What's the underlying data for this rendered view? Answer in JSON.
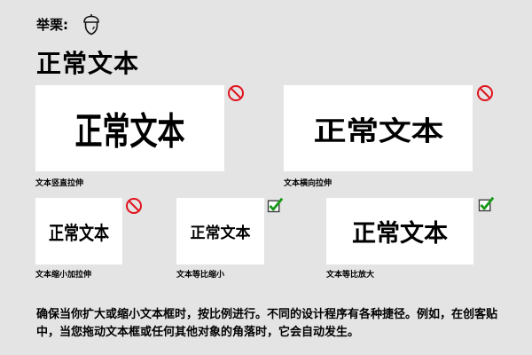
{
  "header": {
    "example_label": "举栗:",
    "example_icon": "acorn-icon",
    "title": "正常文本"
  },
  "examples": [
    {
      "sample_text": "正常文本",
      "caption": "文本竖直拉伸",
      "status": "prohibited",
      "status_icon": "prohibited-icon",
      "status_color": "#e0141e"
    },
    {
      "sample_text": "正常文本",
      "caption": "文本横向拉伸",
      "status": "prohibited",
      "status_icon": "prohibited-icon",
      "status_color": "#e0141e"
    },
    {
      "sample_text": "正常文本",
      "caption": "文本缩小加拉伸",
      "status": "prohibited",
      "status_icon": "prohibited-icon",
      "status_color": "#e0141e"
    },
    {
      "sample_text": "正常文本",
      "caption": "文本等比缩小",
      "status": "correct",
      "status_icon": "checkmark-icon",
      "status_color": "#1a9a1a"
    },
    {
      "sample_text": "正常文本",
      "caption": "文本等比放大",
      "status": "correct",
      "status_icon": "checkmark-icon",
      "status_color": "#1a9a1a"
    }
  ],
  "description": "确保当你扩大或缩小文本框时，按比例进行。不同的设计程序有各种捷径。例如，在创客贴中，当您拖动文本框或任何其他对象的角落时，它会自动发生。"
}
